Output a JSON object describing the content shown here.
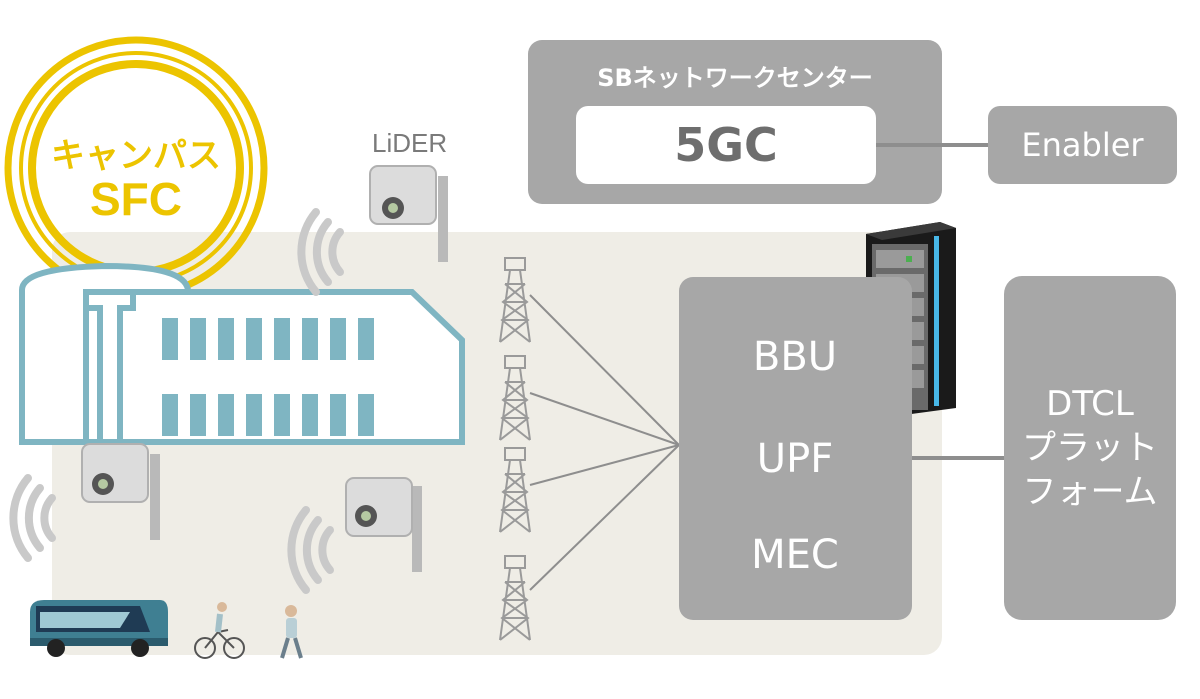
{
  "campus_badge": {
    "line1": "キャンパス",
    "line2": "SFC"
  },
  "lider_label": "LiDER",
  "network_center": {
    "title": "SBネットワークセンター",
    "core": "5GC"
  },
  "enabler": "Enabler",
  "edge_box": {
    "items": [
      "BBU",
      "UPF",
      "MEC"
    ]
  },
  "platform": {
    "line1": "DTCL",
    "line2": "プラット",
    "line3": "フォーム"
  },
  "colors": {
    "badge": "#ecc400",
    "box": "#a7a7a7",
    "building": "#7fb5c2",
    "area": "#efede6",
    "link": "#8e8e8e"
  }
}
